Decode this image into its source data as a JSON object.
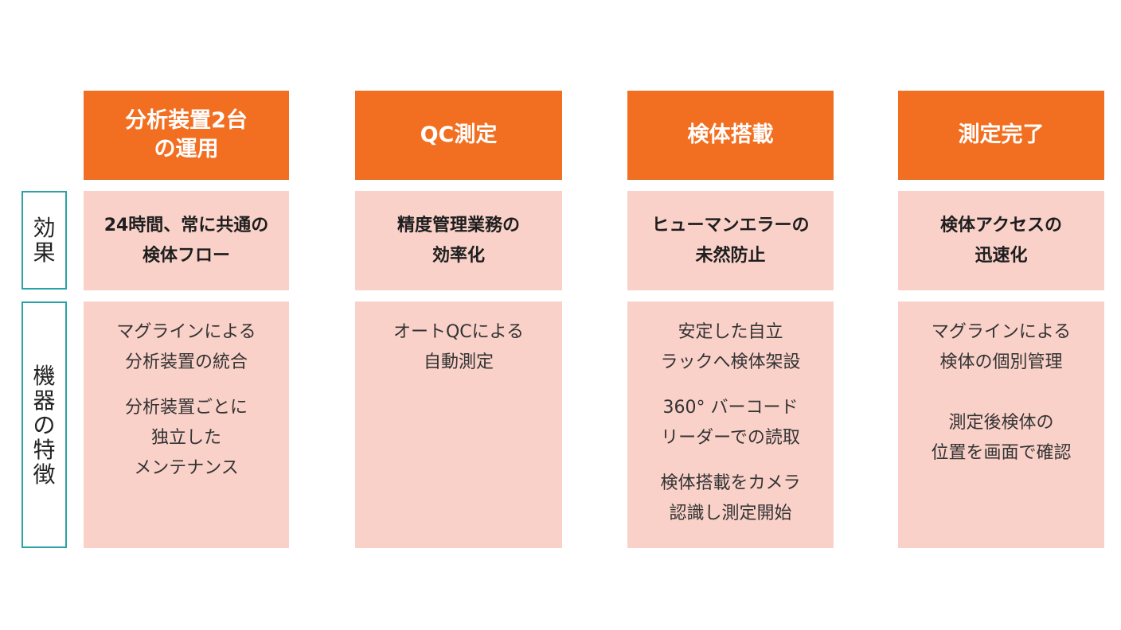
{
  "row_labels": {
    "effect": "効果",
    "features": "機器の特徴"
  },
  "colors": {
    "header_bg": "#f26f21",
    "cell_bg": "#f9d1c9",
    "label_border": "#2aa3a8"
  },
  "columns": [
    {
      "header": "分析装置2台\nの運用",
      "effect": "24時間、常に共通の\n検体フロー",
      "features": [
        "マグラインによる\n分析装置の統合",
        "分析装置ごとに\n独立した\nメンテナンス"
      ]
    },
    {
      "header": "QC測定",
      "effect": "精度管理業務の\n効率化",
      "features": [
        "オートQCによる\n自動測定"
      ]
    },
    {
      "header": "検体搭載",
      "effect": "ヒューマンエラーの\n未然防止",
      "features": [
        "安定した自立\nラックへ検体架設",
        "360° バーコード\nリーダーでの読取",
        "検体搭載をカメラ\n認識し測定開始"
      ]
    },
    {
      "header": "測定完了",
      "effect": "検体アクセスの\n迅速化",
      "features": [
        "マグラインによる\n検体の個別管理",
        "測定後検体の\n位置を画面で確認"
      ]
    }
  ]
}
